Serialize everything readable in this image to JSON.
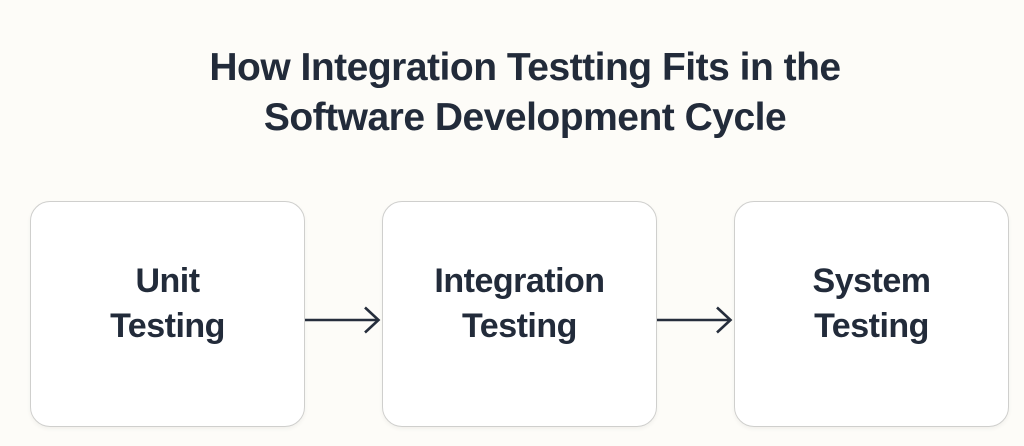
{
  "colors": {
    "background": "#fdfcf8",
    "box_background": "#ffffff",
    "box_border": "#cfcfcd",
    "text": "#222b3a",
    "arrow": "#262e3c"
  },
  "title": {
    "line1": "How Integration Testting Fits in the",
    "line2": "Software Development Cycle"
  },
  "flow": {
    "steps": [
      {
        "line1": "Unit",
        "line2": "Testing"
      },
      {
        "line1": "Integration",
        "line2": "Testing"
      },
      {
        "line1": "System",
        "line2": "Testing"
      }
    ]
  }
}
